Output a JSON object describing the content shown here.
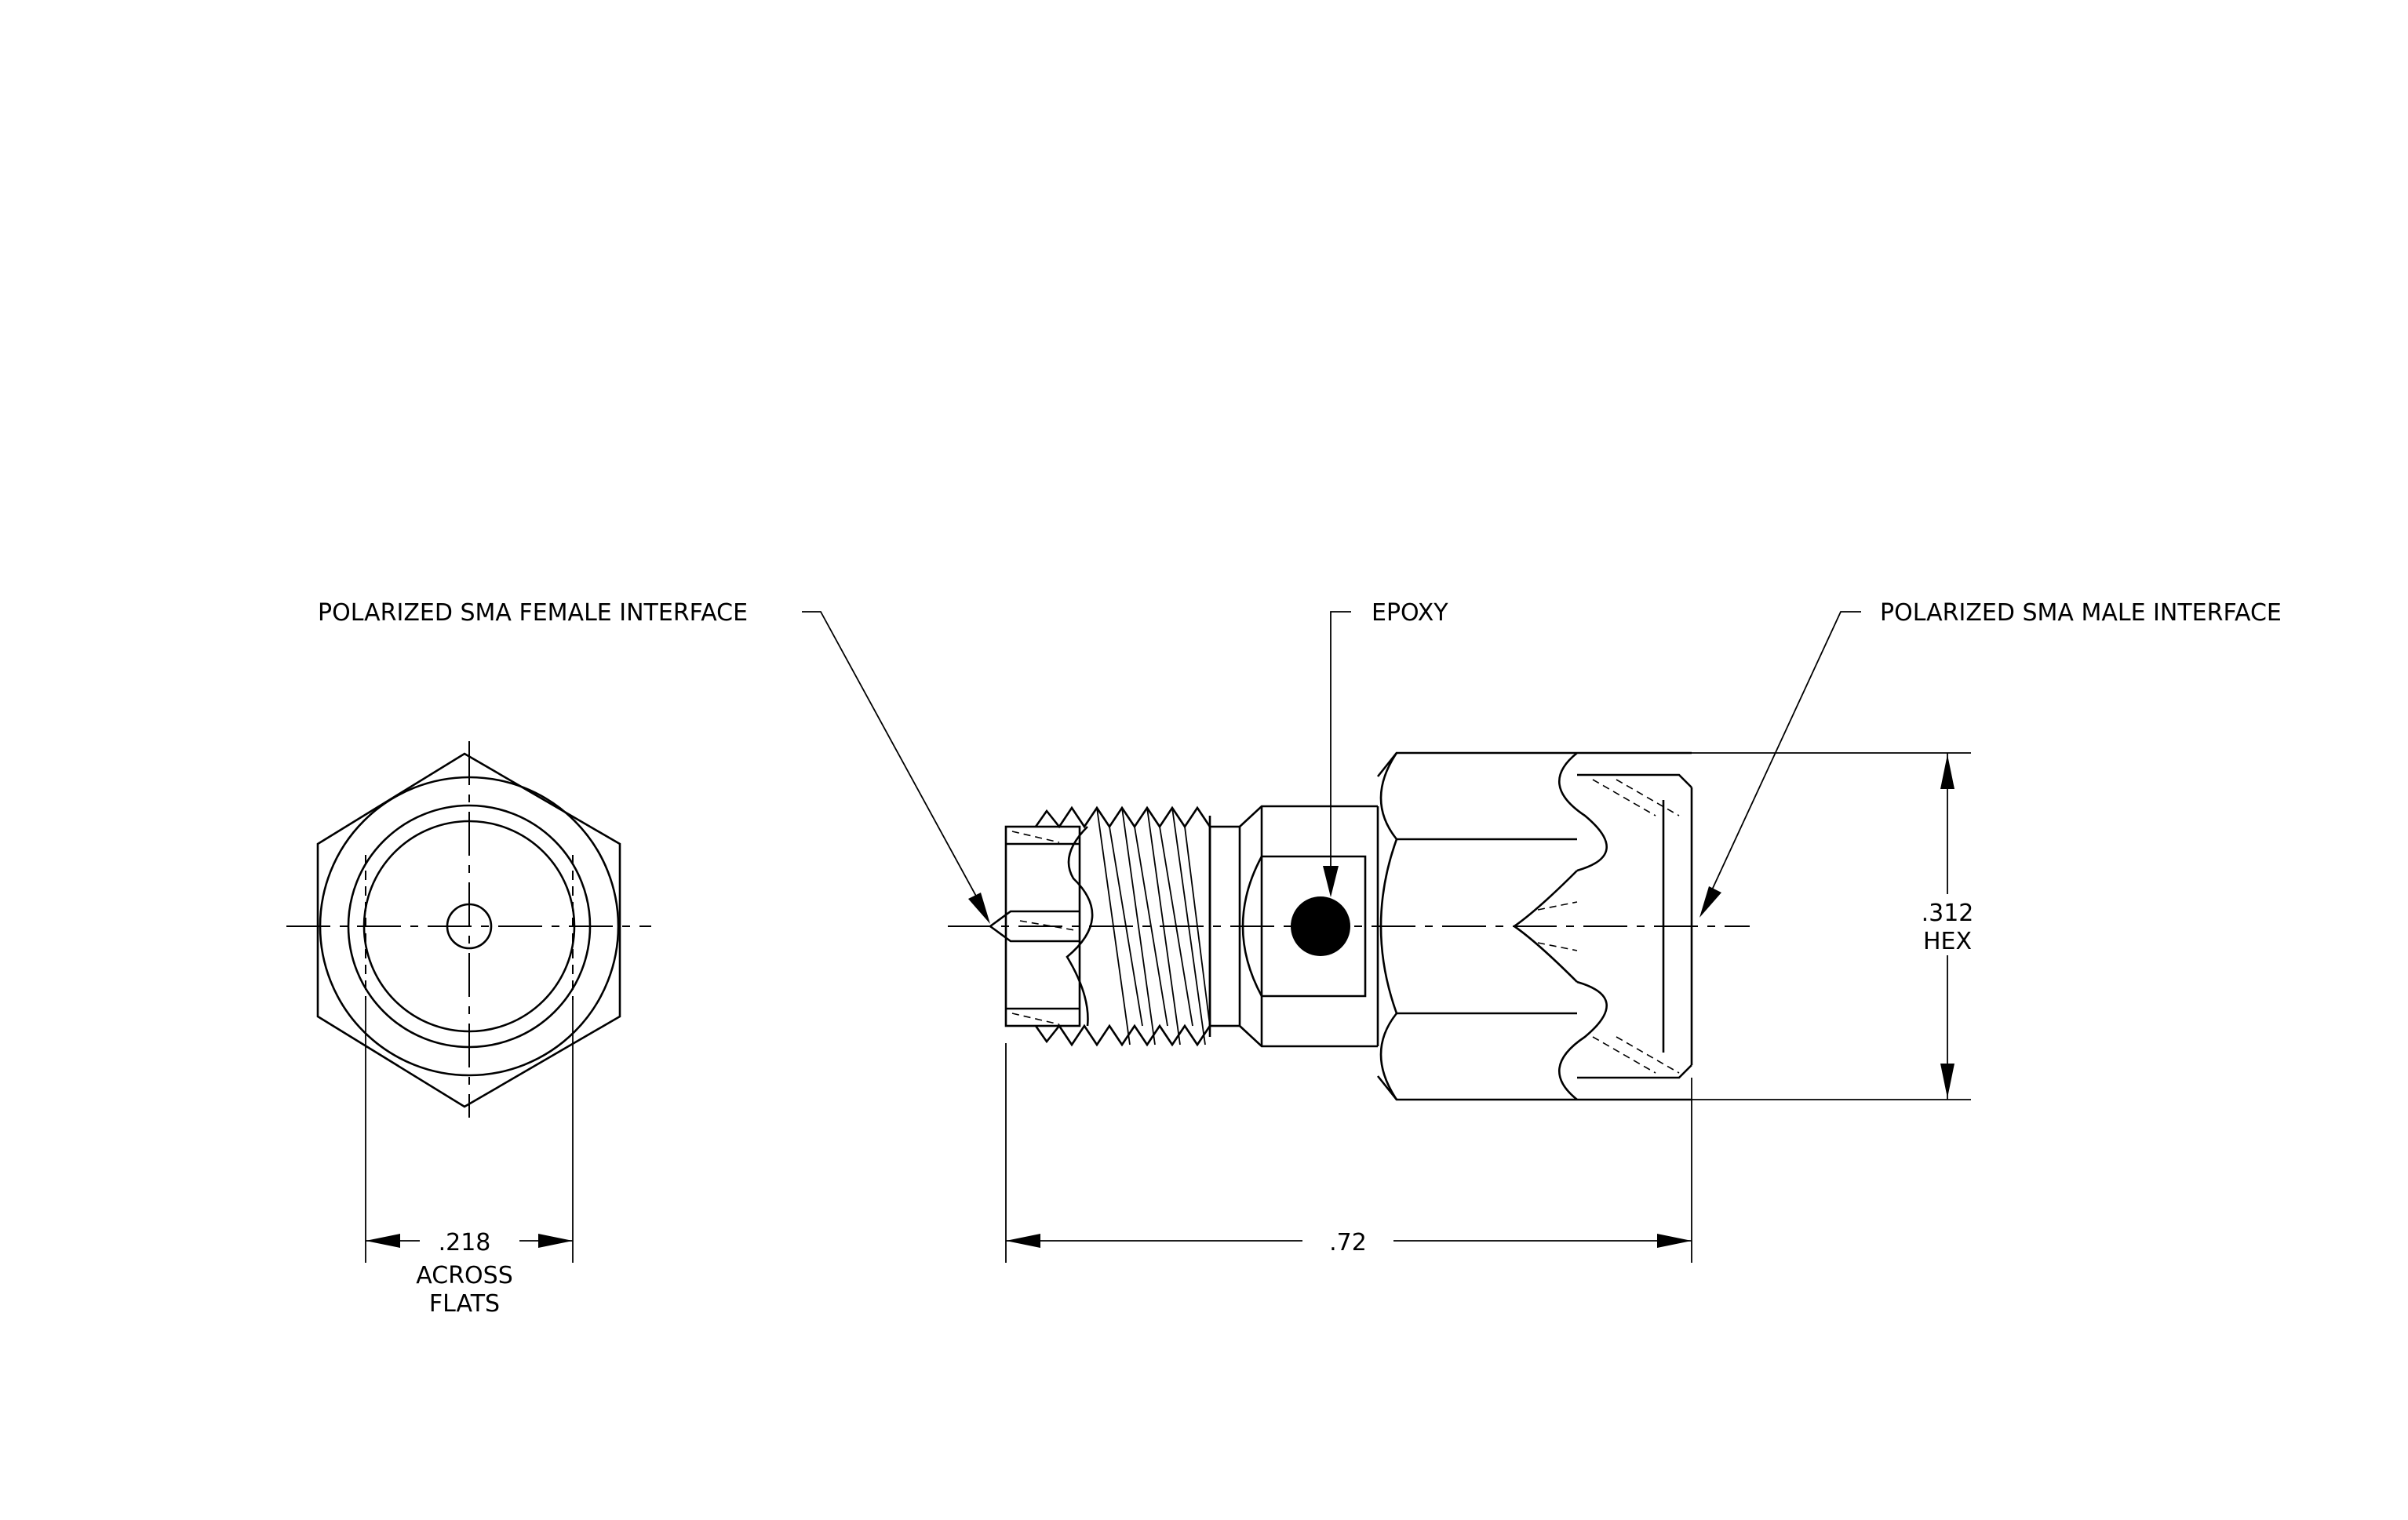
{
  "callouts": {
    "female_interface": "POLARIZED SMA FEMALE INTERFACE",
    "epoxy": "EPOXY",
    "male_interface": "POLARIZED SMA MALE INTERFACE"
  },
  "dimensions": {
    "across_flats_value": ".218",
    "across_flats_line1": "ACROSS",
    "across_flats_line2": "FLATS",
    "length_value": ".72",
    "hex_value": ".312",
    "hex_label": "HEX"
  },
  "colors": {
    "ink": "#000000",
    "background": "#ffffff"
  }
}
